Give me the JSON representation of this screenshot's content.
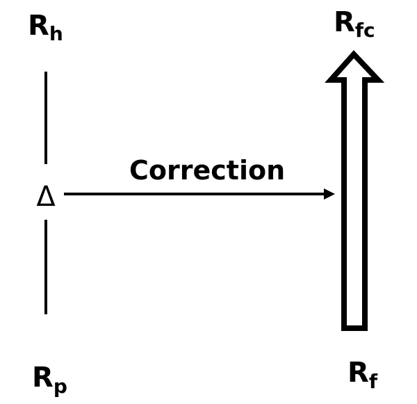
{
  "labels": {
    "rh": {
      "main": "R",
      "sub": "h"
    },
    "rp": {
      "main": "R",
      "sub": "p"
    },
    "rfc": {
      "main": "R",
      "sub": "fc"
    },
    "rf": {
      "main": "R",
      "sub": "f"
    },
    "delta": "Δ",
    "correction": "Correction"
  },
  "colors": {
    "ink": "#000000",
    "background": "#ffffff"
  }
}
